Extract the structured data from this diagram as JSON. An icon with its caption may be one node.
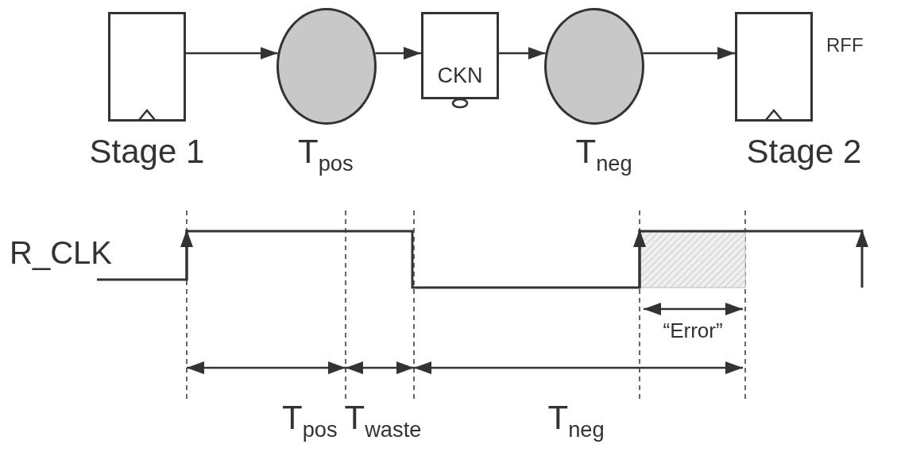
{
  "diagram": {
    "nodes": [
      {
        "text": [
          "Stage 1"
        ]
      },
      {
        "text": [
          "T$_{pos}$"
        ]
      },
      {
        "text": [
          "CKN"
        ]
      },
      {
        "text": [
          "T$_{neg}$"
        ]
      },
      {
        "text": [
          "Stage 2"
        ],
        "beside": [
          "RFF"
        ]
      }
    ],
    "edges": [
      {
        "from": 0,
        "to": 1,
        "arrow": "to"
      },
      {
        "from": 1,
        "to": 2,
        "arrow": "to"
      },
      {
        "from": 2,
        "to": 3,
        "arrow": "to"
      },
      {
        "from": 3,
        "to": 4,
        "arrow": "to"
      }
    ],
    "labels": [
      "R_CLK",
      "“Error”",
      "T$_{pos}$",
      "T$_{waste}$",
      "T$_{neg}$"
    ]
  }
}
